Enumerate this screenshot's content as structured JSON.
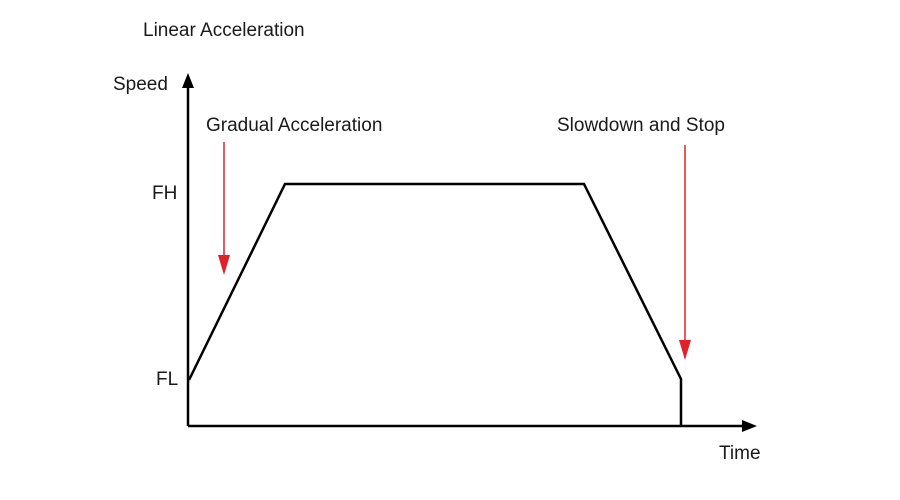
{
  "diagram": {
    "title": "Linear Acceleration",
    "y_axis_label": "Speed",
    "x_axis_label": "Time",
    "levels": {
      "high": "FH",
      "low": "FL"
    },
    "annotations": {
      "accel": "Gradual Acceleration",
      "decel": "Slowdown and Stop"
    },
    "colors": {
      "profile": "#000000",
      "axes": "#000000",
      "arrow": "#e0202a",
      "text": "#1a1a1a"
    }
  }
}
